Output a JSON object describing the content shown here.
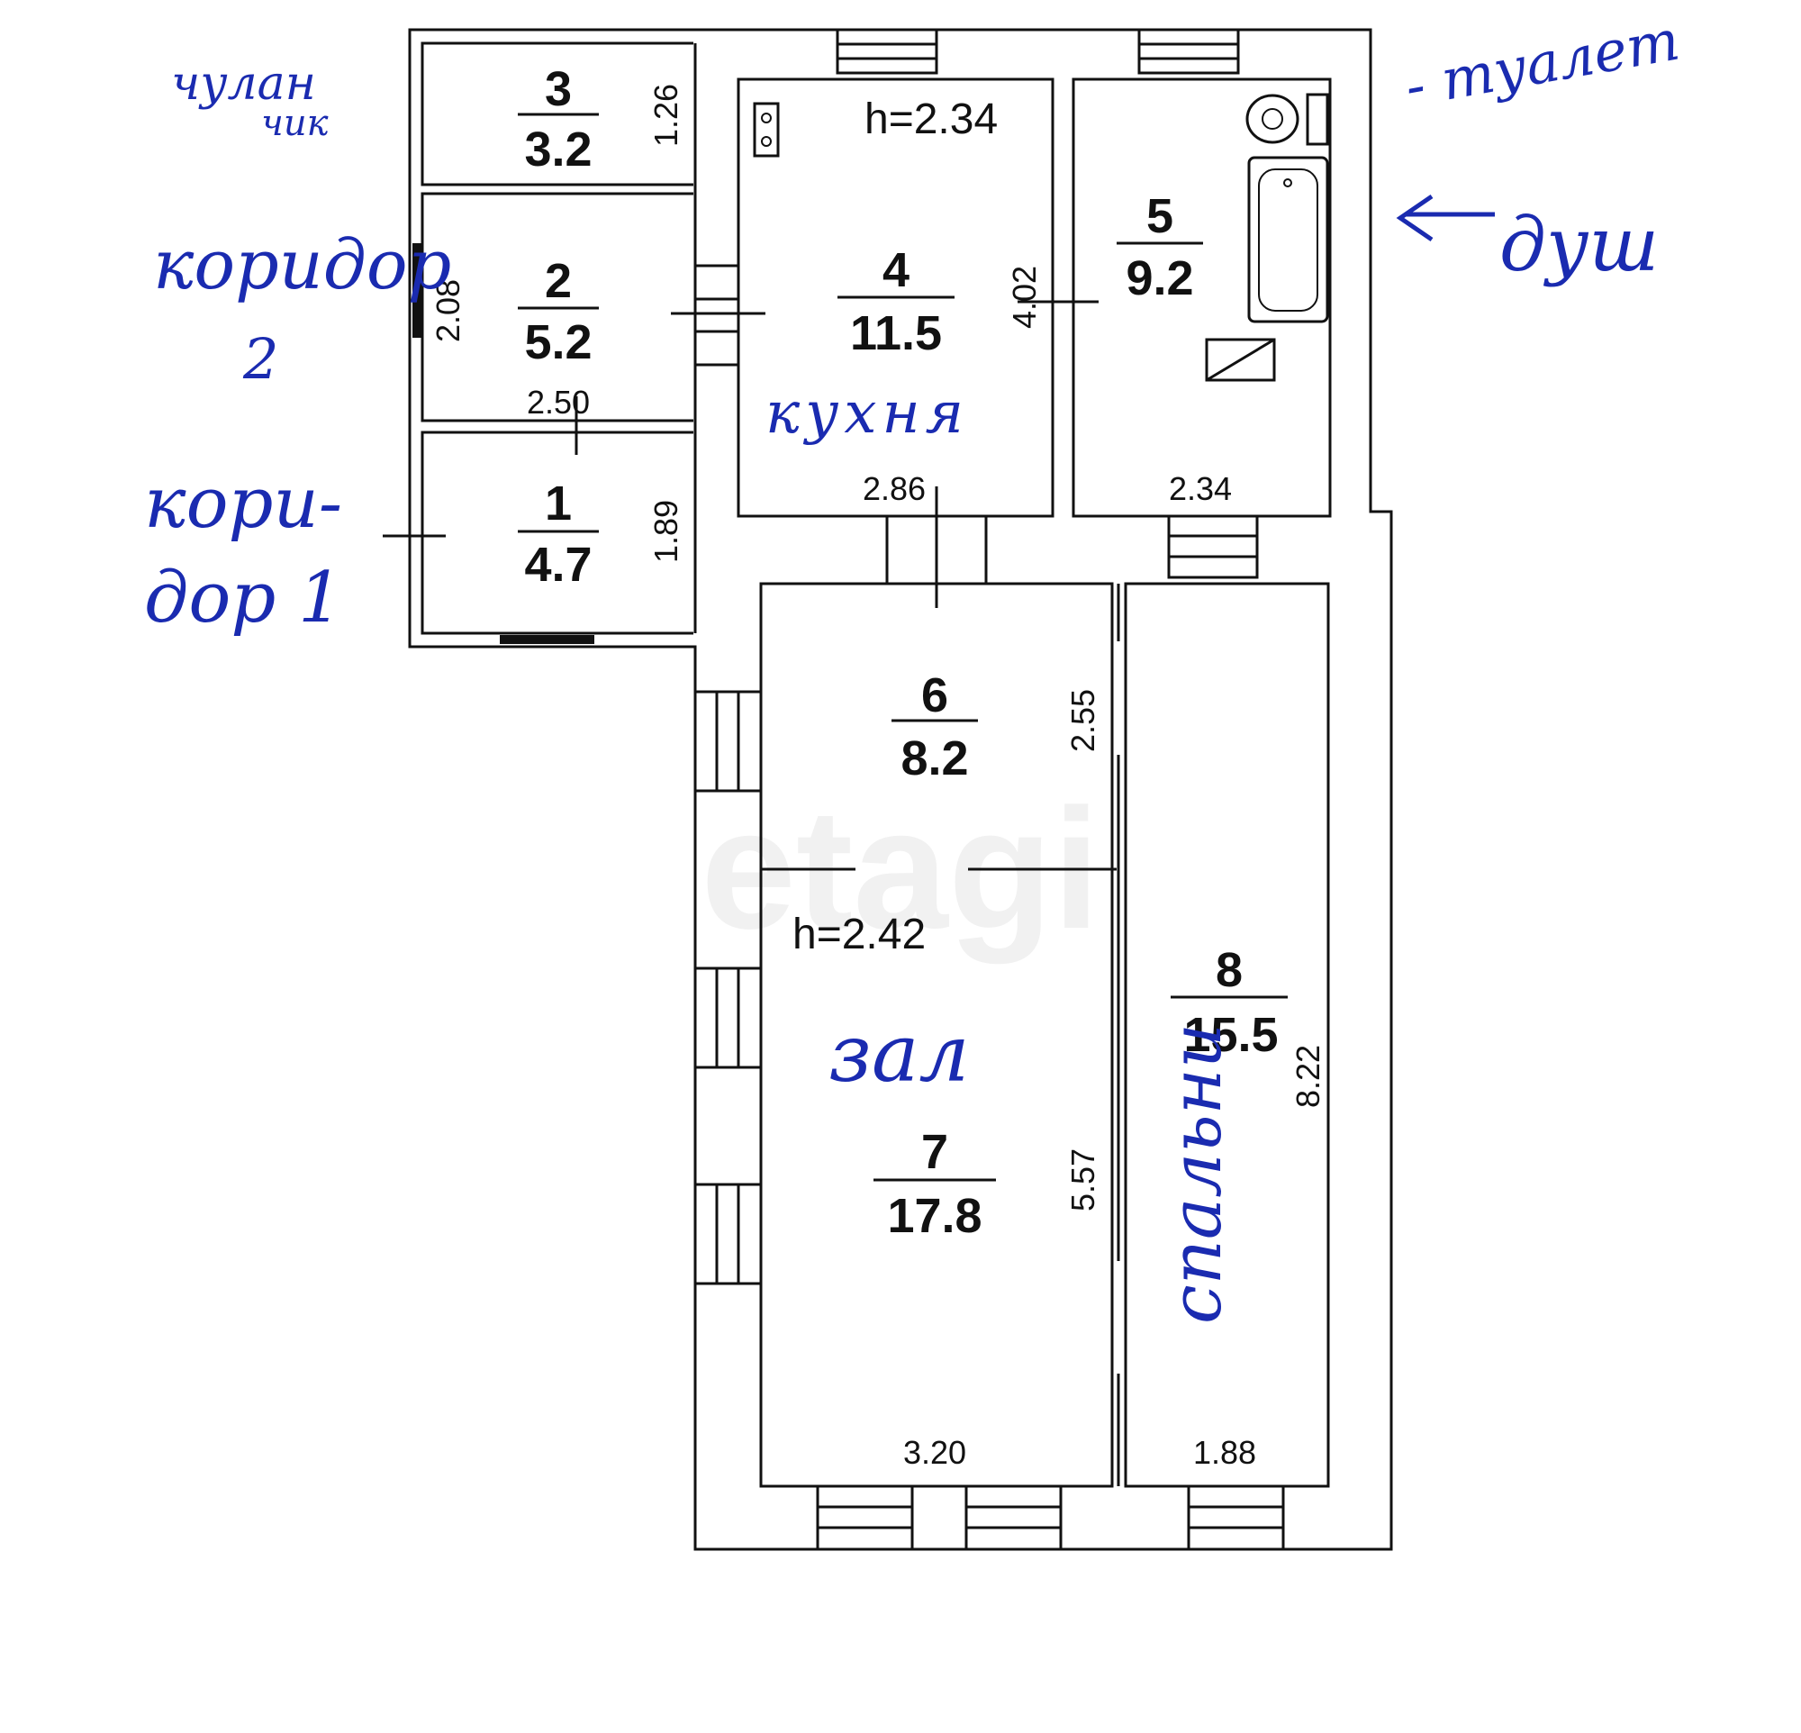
{
  "rooms": [
    {
      "number": "1",
      "area": "4.7"
    },
    {
      "number": "2",
      "area": "5.2"
    },
    {
      "number": "3",
      "area": "3.2"
    },
    {
      "number": "4",
      "area": "11.5"
    },
    {
      "number": "5",
      "area": "9.2"
    },
    {
      "number": "6",
      "area": "8.2"
    },
    {
      "number": "7",
      "area": "17.8"
    },
    {
      "number": "8",
      "area": "15.5"
    }
  ],
  "heights": {
    "upper": "h=2.34",
    "lower": "h=2.42"
  },
  "dimensions": {
    "room3_height": "1.26",
    "room2_height": "2.08",
    "room2_width": "2.50",
    "room1_height": "1.89",
    "kitchen_width": "2.86",
    "kitchen_height": "4.02",
    "bath_width": "2.34",
    "room6_height": "2.55",
    "room7_height": "5.57",
    "room7_width": "3.20",
    "room8_width": "1.88",
    "room8_height": "8.22"
  },
  "handwritten": {
    "pantry_line1": "чулан",
    "pantry_line2": "чик",
    "corridor2_line1": "коридор",
    "corridor2_line2": "2",
    "corridor1_line1": "кори-",
    "corridor1_line2": "дор 1",
    "kitchen": "кухня",
    "toilet": "- туалет",
    "shower": "душ",
    "hall": "зал",
    "bedroom": "спальни"
  },
  "watermark": "etagi"
}
